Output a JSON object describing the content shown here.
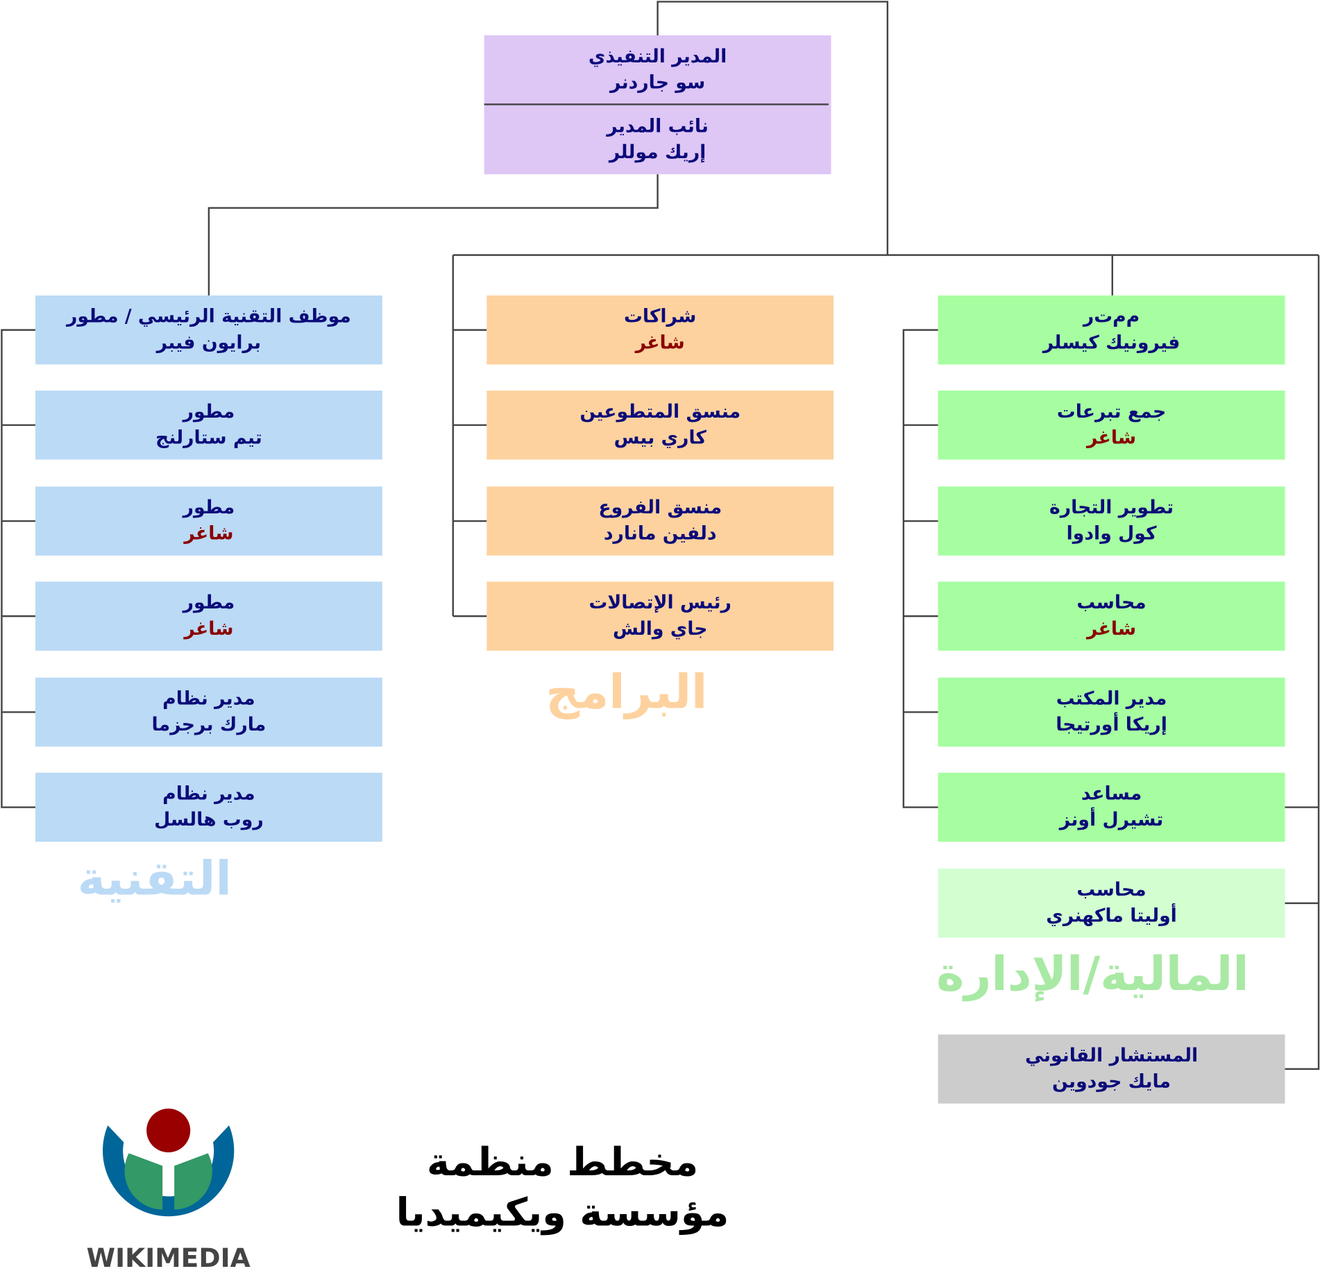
{
  "executive": {
    "title": "المدير التنفيذي",
    "name": "سو جاردنر",
    "deputy_title": "نائب المدير",
    "deputy_name": "إريك موللر"
  },
  "technology": {
    "label": "التقنية",
    "boxes": [
      {
        "title": "موظف التقنية الرئيسي / مطور",
        "name": "برايون فيبر",
        "vacant": false
      },
      {
        "title": "مطور",
        "name": "تيم ستارلنج",
        "vacant": false
      },
      {
        "title": "مطور",
        "name": "شاغر",
        "vacant": true
      },
      {
        "title": "مطور",
        "name": "شاغر",
        "vacant": true
      },
      {
        "title": "مدير نظام",
        "name": "مارك برجزما",
        "vacant": false
      },
      {
        "title": "مدير نظام",
        "name": "روب هالسل",
        "vacant": false
      }
    ]
  },
  "programs": {
    "label": "البرامج",
    "boxes": [
      {
        "title": "شراكات",
        "name": "شاغر",
        "vacant": true
      },
      {
        "title": "منسق المتطوعين",
        "name": "كاري بيس",
        "vacant": false
      },
      {
        "title": "منسق الفروع",
        "name": "دلفين مانارد",
        "vacant": false
      },
      {
        "title": "رئيس الإتصالات",
        "name": "جاي والش",
        "vacant": false
      }
    ]
  },
  "finance": {
    "label": "المالية/الإدارة",
    "boxes": [
      {
        "title": "م‌م‌ت‌ر",
        "name": "فيرونيك كيسلر",
        "vacant": false
      },
      {
        "title": "جمع تبرعات",
        "name": "شاغر",
        "vacant": true
      },
      {
        "title": "تطوير التجارة",
        "name": "كول وادوا",
        "vacant": false
      },
      {
        "title": "محاسب",
        "name": "شاغر",
        "vacant": true
      },
      {
        "title": "مدير المكتب",
        "name": "إريكا أورتيجا",
        "vacant": false
      },
      {
        "title": "مساعد",
        "name": "تشيرل أونز",
        "vacant": false
      },
      {
        "title": "محاسب",
        "name": "أوليتا ماكهنري",
        "vacant": false
      }
    ]
  },
  "legal": {
    "title": "المستشار القانوني",
    "name": "مايك جودوين"
  },
  "chart_title": {
    "line1": "مخطط منظمة",
    "line2": "مؤسسة ويكيميديا"
  },
  "logo": {
    "text": "WIKIMEDIA"
  },
  "colors": {
    "technology": "#bbdaf5",
    "programs": "#fdd29f",
    "finance": "#a6fea1",
    "executive": "#dec6f5",
    "legal": "#cccccc",
    "vacant": "#8b0000",
    "text": "#0b0b7a"
  }
}
